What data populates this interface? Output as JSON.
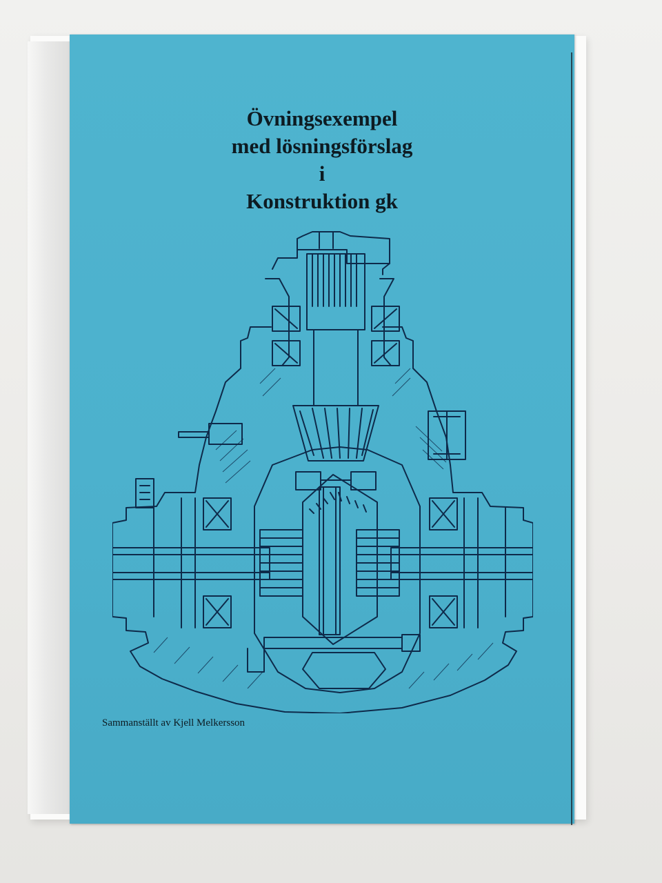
{
  "cover": {
    "title_lines": [
      "Övningsexempel",
      "med lösningsförslag",
      "i",
      "Konstruktion gk"
    ],
    "credit": "Sammanställt av Kjell Melkersson"
  },
  "colors": {
    "cover_blue": "#4cb1cd",
    "ink": "#0d1b22",
    "spine": "#e9e9e8",
    "background": "#eeeeec"
  },
  "drawing": {
    "icon": "differential-cross-section-drawing"
  }
}
